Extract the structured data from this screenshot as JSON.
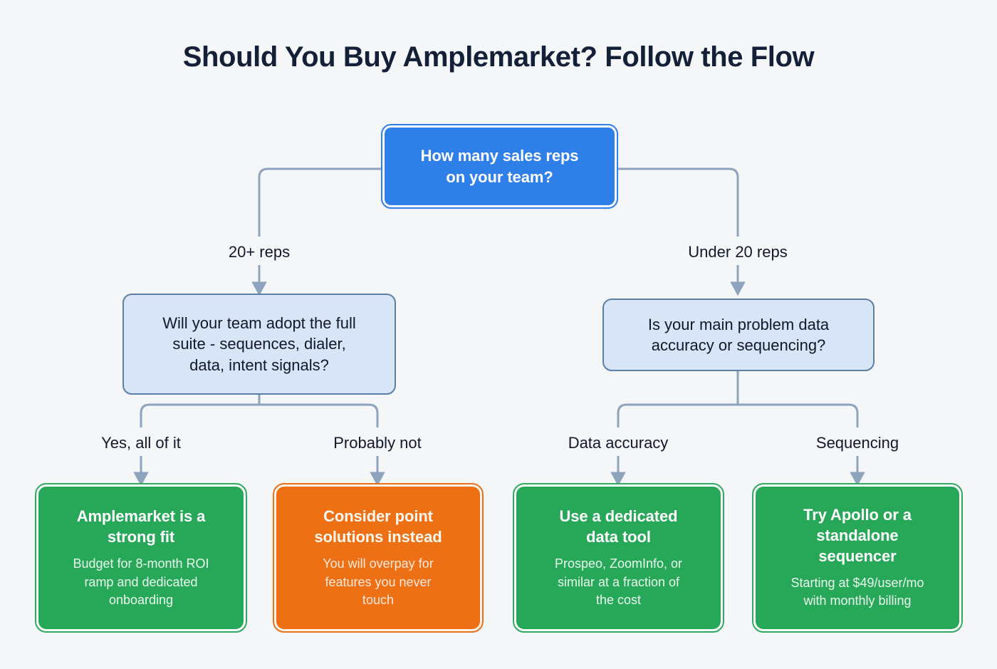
{
  "page": {
    "title": "Should You Buy Amplemarket? Follow the Flow",
    "background_color": "#f4f6f8",
    "title_color": "#141f38"
  },
  "colors": {
    "root_blue": "#2f7fe8",
    "decision_blue": "#d8e5f6",
    "decision_border": "#5d7fa6",
    "outcome_green": "#27a758",
    "outcome_orange": "#ee7014",
    "connector": "#8ea3bd"
  },
  "nodes": {
    "root": {
      "kind": "question",
      "title": "How many sales reps\non your team?"
    },
    "decision_left": {
      "kind": "question",
      "title": "Will your team adopt the full\nsuite - sequences, dialer,\ndata, intent signals?"
    },
    "decision_right": {
      "kind": "question",
      "title": "Is your main problem data\naccuracy or sequencing?"
    },
    "outcome_1": {
      "kind": "outcome",
      "tone": "green",
      "title": "Amplemarket is a\nstrong fit",
      "subtitle": "Budget for 8-month ROI\nramp and dedicated\nonboarding"
    },
    "outcome_2": {
      "kind": "outcome",
      "tone": "orange",
      "title": "Consider point\nsolutions instead",
      "subtitle": "You will overpay for\nfeatures you never\ntouch"
    },
    "outcome_3": {
      "kind": "outcome",
      "tone": "green",
      "title": "Use a dedicated\ndata tool",
      "subtitle": "Prospeo, ZoomInfo, or\nsimilar at a fraction of\nthe cost"
    },
    "outcome_4": {
      "kind": "outcome",
      "tone": "green",
      "title": "Try Apollo or a\nstandalone\nsequencer",
      "subtitle": "Starting at $49/user/mo\nwith monthly billing"
    }
  },
  "edges": {
    "root_left": "20+ reps",
    "root_right": "Under 20 reps",
    "left_yes": "Yes, all of it",
    "left_no": "Probably not",
    "right_data": "Data accuracy",
    "right_seq": "Sequencing"
  },
  "chart_data": {
    "type": "diagram",
    "diagram_kind": "decision-flowchart",
    "title": "Should You Buy Amplemarket? Follow the Flow",
    "nodes": [
      {
        "id": "q0",
        "level": 0,
        "shape": "rounded-rect",
        "fill": "#2f7fe8",
        "text": "How many sales reps on your team?"
      },
      {
        "id": "q1",
        "level": 1,
        "shape": "rounded-rect",
        "fill": "#d8e5f6",
        "text": "Will your team adopt the full suite - sequences, dialer, data, intent signals?"
      },
      {
        "id": "q2",
        "level": 1,
        "shape": "rounded-rect",
        "fill": "#d8e5f6",
        "text": "Is your main problem data accuracy or sequencing?"
      },
      {
        "id": "r1",
        "level": 2,
        "shape": "rounded-rect",
        "fill": "#27a758",
        "text": "Amplemarket is a strong fit",
        "detail": "Budget for 8-month ROI ramp and dedicated onboarding"
      },
      {
        "id": "r2",
        "level": 2,
        "shape": "rounded-rect",
        "fill": "#ee7014",
        "text": "Consider point solutions instead",
        "detail": "You will overpay for features you never touch"
      },
      {
        "id": "r3",
        "level": 2,
        "shape": "rounded-rect",
        "fill": "#27a758",
        "text": "Use a dedicated data tool",
        "detail": "Prospeo, ZoomInfo, or similar at a fraction of the cost"
      },
      {
        "id": "r4",
        "level": 2,
        "shape": "rounded-rect",
        "fill": "#27a758",
        "text": "Try Apollo or a standalone sequencer",
        "detail": "Starting at $49/user/mo with monthly billing"
      }
    ],
    "links": [
      {
        "from": "q0",
        "to": "q1",
        "label": "20+ reps"
      },
      {
        "from": "q0",
        "to": "q2",
        "label": "Under 20 reps"
      },
      {
        "from": "q1",
        "to": "r1",
        "label": "Yes, all of it"
      },
      {
        "from": "q1",
        "to": "r2",
        "label": "Probably not"
      },
      {
        "from": "q2",
        "to": "r3",
        "label": "Data accuracy"
      },
      {
        "from": "q2",
        "to": "r4",
        "label": "Sequencing"
      }
    ]
  }
}
